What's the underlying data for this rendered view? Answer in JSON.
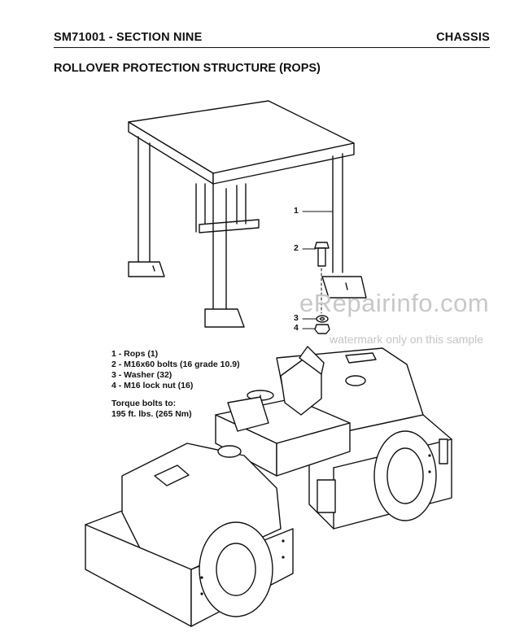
{
  "header": {
    "left": "SM71001 - SECTION NINE",
    "right": "CHASSIS"
  },
  "title": "ROLLOVER PROTECTION STRUCTURE (ROPS)",
  "callouts": [
    "1",
    "2",
    "3",
    "4"
  ],
  "legend": [
    "1 - Rops (1)",
    "2 - M16x60 bolts (16 grade 10.9)",
    "3 - Washer (32)",
    "4 - M16 lock nut (16)"
  ],
  "torque": {
    "line1": "Torque bolts to:",
    "line2": "195 ft. lbs. (265 Nm)"
  },
  "watermark": {
    "site": "eRepairinfo.com",
    "note": "watermark only on this sample"
  }
}
